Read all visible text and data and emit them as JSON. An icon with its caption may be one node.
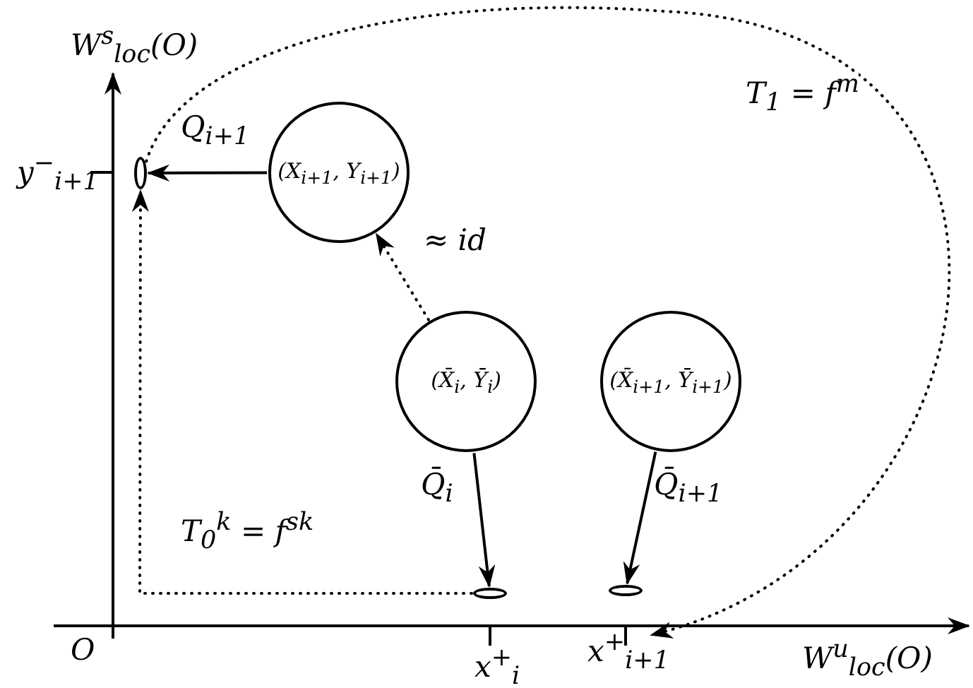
{
  "diagram": {
    "nodes": [
      {
        "text": [
          "(X$_{i+1}$, Y$_{i+1}$)"
        ]
      },
      {
        "text": [
          "(X̄$_{i}$, Ȳ$_{i}$)"
        ]
      },
      {
        "text": [
          "(X̄$_{i+1}$, Ȳ$_{i+1}$)"
        ]
      },
      {
        "text": [],
        "shape": "ellipse"
      },
      {
        "text": [],
        "shape": "ellipse"
      },
      {
        "text": [],
        "shape": "ellipse"
      },
      {
        "text": [
          "x$^{+}$$_{i+1}$"
        ]
      }
    ],
    "edges": [
      {
        "from": 0,
        "to": 3,
        "arrow": "to",
        "label": "Q$_{i+1}$"
      },
      {
        "from": 1,
        "to": 0,
        "arrow": "to",
        "label": "≈ id",
        "style": "dashed"
      },
      {
        "from": 1,
        "to": 4,
        "arrow": "to",
        "label": "Q̄$_{i}$"
      },
      {
        "from": 2,
        "to": 5,
        "arrow": "to",
        "label": "Q̄$_{i+1}$"
      },
      {
        "from": 4,
        "to": 3,
        "arrow": "to",
        "label": "T$_{0}$$^{k}$ = f$^{sk}$",
        "style": "dashed"
      },
      {
        "from": 3,
        "to": 6,
        "arrow": "to",
        "label": "T$_{1}$ = f$^{m}$",
        "style": "dashed"
      }
    ],
    "labels": [
      "W$^{s}$$_{loc}$(O)",
      "y$^{−}$$_{i+1}$",
      "O",
      "x$^{+}$$_{i}$",
      "W$^{u}$$_{loc}$(O)"
    ]
  }
}
